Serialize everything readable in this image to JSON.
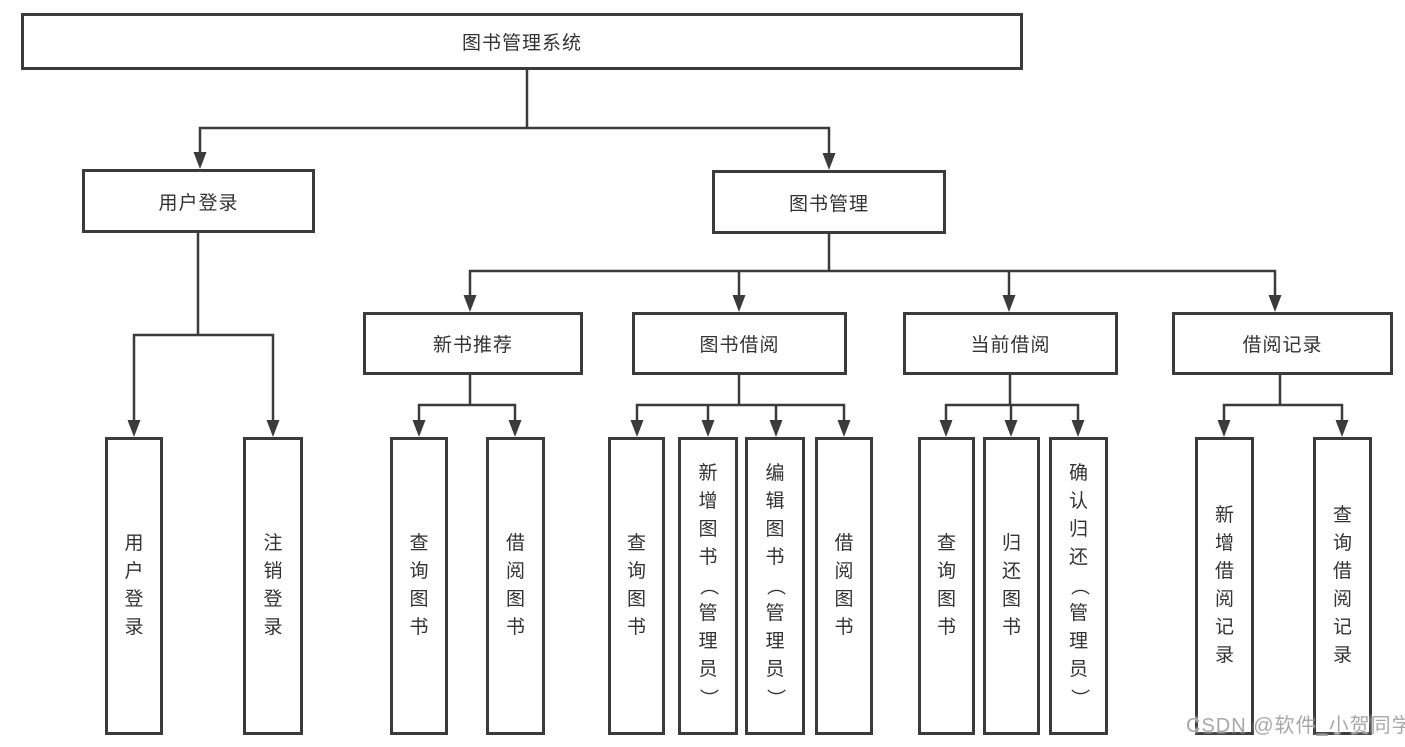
{
  "diagram": {
    "tree": {
      "label": "图书管理系统",
      "children": [
        {
          "label": "用户登录",
          "children": [
            {
              "label": "用户登录"
            },
            {
              "label": "注销登录"
            }
          ]
        },
        {
          "label": "图书管理",
          "children": [
            {
              "label": "新书推荐",
              "children": [
                {
                  "label": "查询图书"
                },
                {
                  "label": "借阅图书"
                }
              ]
            },
            {
              "label": "图书借阅",
              "children": [
                {
                  "label": "查询图书"
                },
                {
                  "label": "新增图书（管理员）"
                },
                {
                  "label": "编辑图书（管理员）"
                },
                {
                  "label": "借阅图书"
                }
              ]
            },
            {
              "label": "当前借阅",
              "children": [
                {
                  "label": "查询图书"
                },
                {
                  "label": "归还图书"
                },
                {
                  "label": "确认归还（管理员）"
                }
              ]
            },
            {
              "label": "借阅记录",
              "children": [
                {
                  "label": "新增借阅记录"
                },
                {
                  "label": "查询借阅记录"
                }
              ]
            }
          ]
        }
      ]
    },
    "watermark": {
      "text": "CSDN @软件_小贺同学",
      "color": "#a8a8a8"
    },
    "style": {
      "line_color": "#3b3b3b",
      "text_color": "#333333",
      "background": "#ffffff"
    }
  }
}
